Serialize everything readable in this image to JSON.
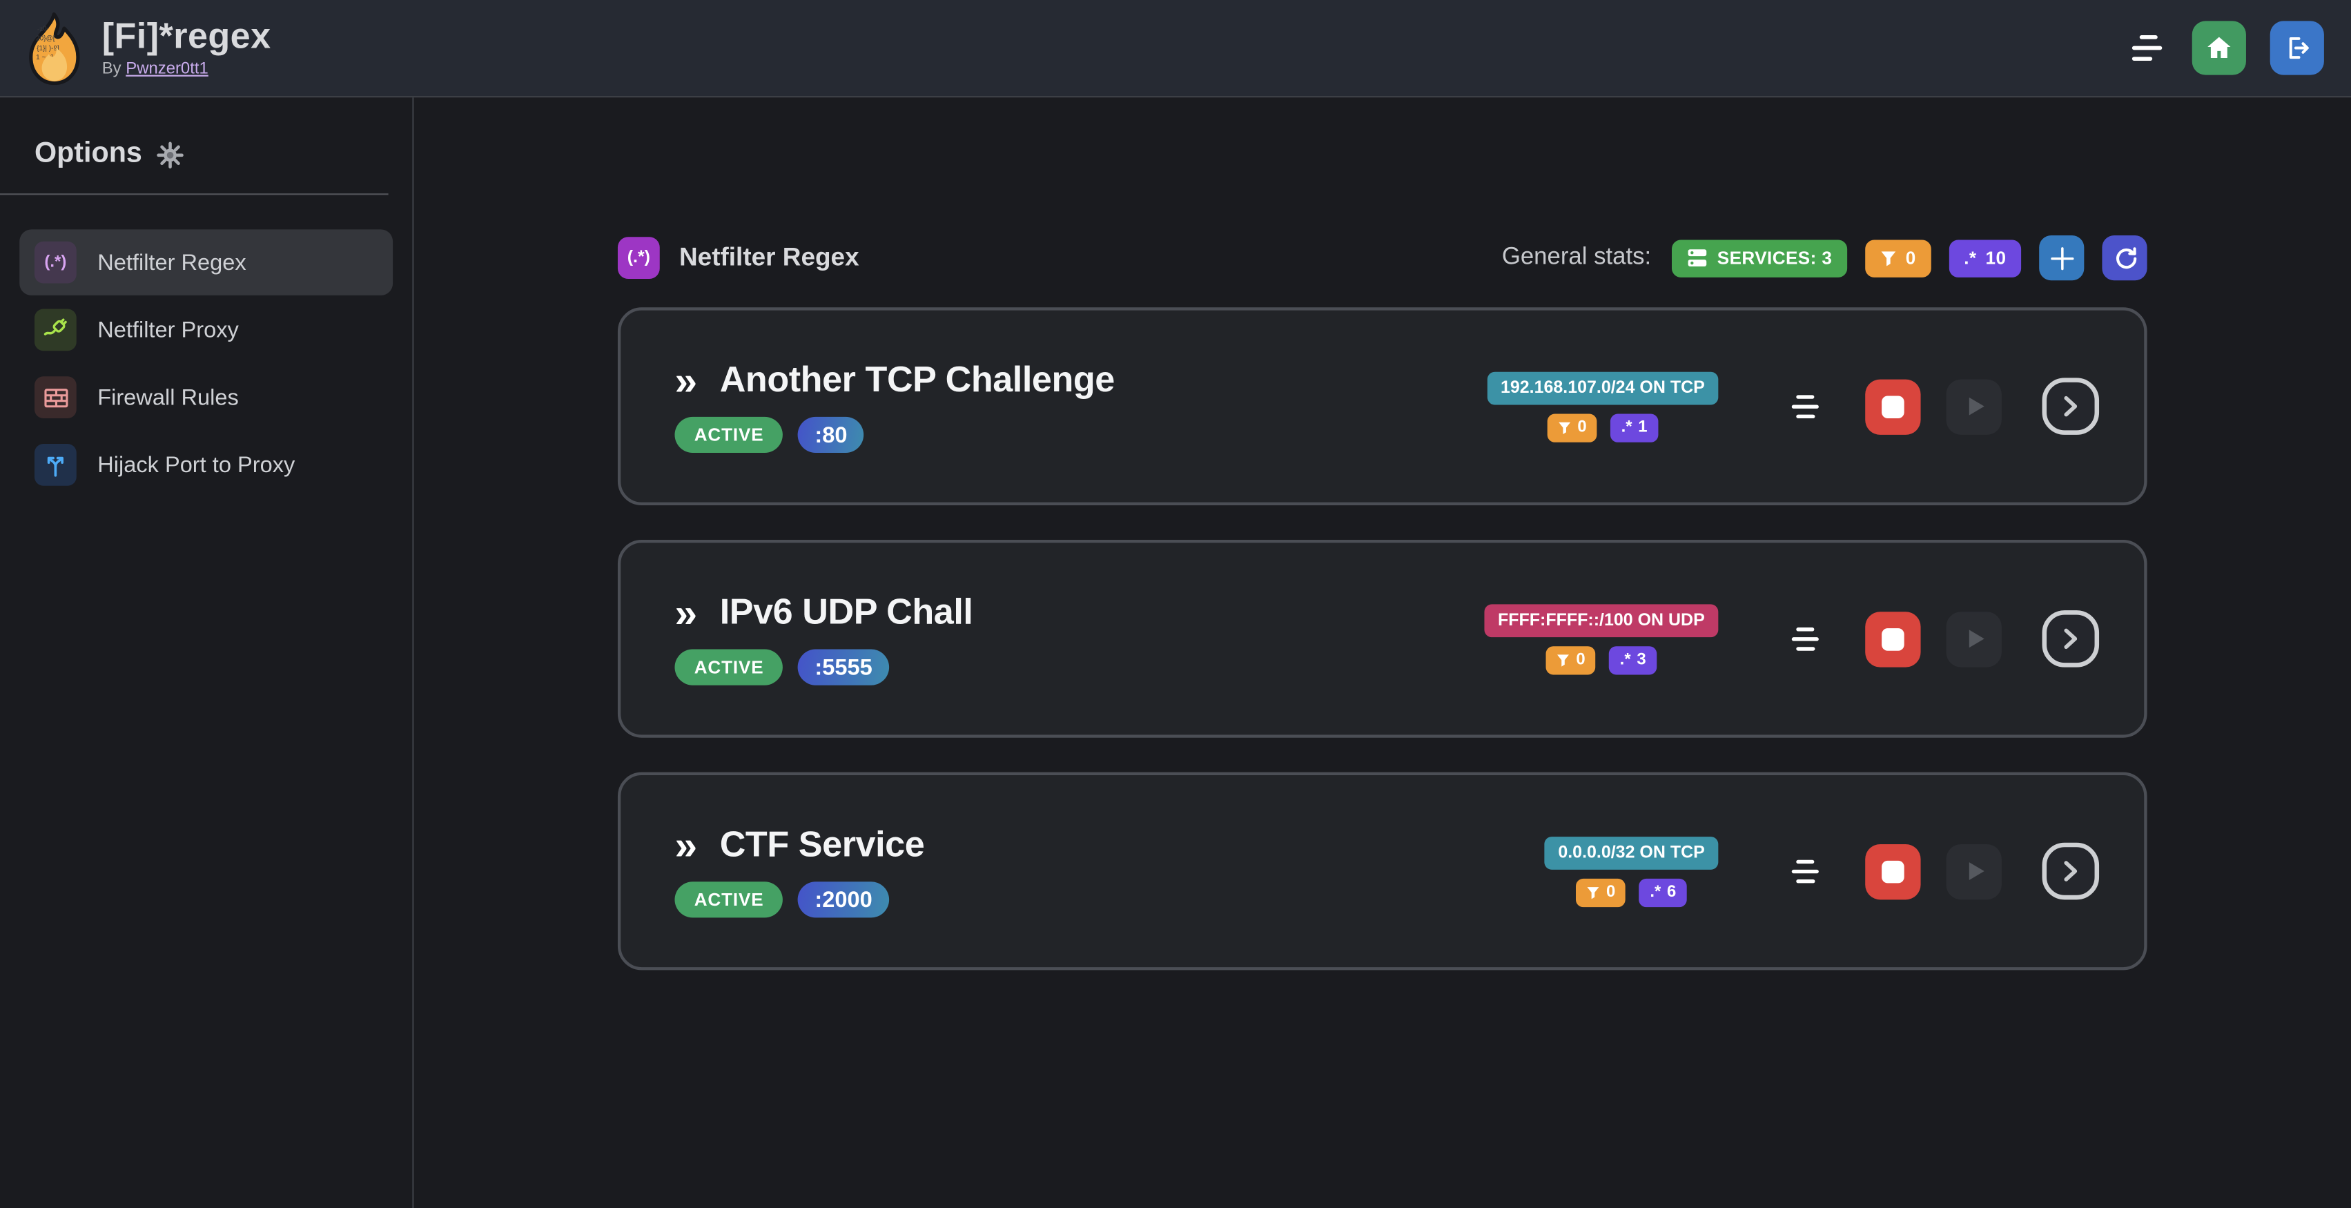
{
  "glyphs": {
    "double_chevron": "»",
    "regex_paren": "(.*)",
    "regex_dot_star": ".*"
  },
  "topbar": {
    "title": "[Fi]*regex",
    "byline_prefix": "By ",
    "author_link": "Pwnzer0tt1",
    "logo_texture": [
      "-z0-",
      "20}@[",
      "{1}| )-9]",
      "1   ~ z]"
    ]
  },
  "sidebar": {
    "title": "Options",
    "items": [
      {
        "label": "Netfilter Regex"
      },
      {
        "label": "Netfilter Proxy"
      },
      {
        "label": "Firewall Rules"
      },
      {
        "label": "Hijack Port to Proxy"
      }
    ]
  },
  "header": {
    "title": "Netfilter Regex",
    "stats_label": "General stats:",
    "services_badge": "SERVICES: 3",
    "filters_count": "0",
    "regex_count": "10"
  },
  "services": [
    {
      "name": "Another TCP Challenge",
      "status": "ACTIVE",
      "port": ":80",
      "network": "192.168.107.0/24 ON TCP",
      "network_color": "#3c92a6",
      "filters_count": "0",
      "regex_count": "1"
    },
    {
      "name": "IPv6 UDP Chall",
      "status": "ACTIVE",
      "port": ":5555",
      "network": "FFFF:FFFF::/100 ON UDP",
      "network_color": "#bf3a66",
      "filters_count": "0",
      "regex_count": "3"
    },
    {
      "name": "CTF Service",
      "status": "ACTIVE",
      "port": ":2000",
      "network": "0.0.0.0/32 ON TCP",
      "network_color": "#3c92a6",
      "filters_count": "0",
      "regex_count": "6"
    }
  ],
  "colors": {
    "active_green": "#45a164",
    "services_green": "#46a44f",
    "badge_orange": "#ec9b38",
    "badge_purple": "#6d48df",
    "stop_red": "#d9453d",
    "home_green": "#429a61",
    "logout_blue": "#3b76c8",
    "add_blue": "#3579bd",
    "refresh_indigo": "#4c53ca",
    "grape_purple": "#9d36c4"
  }
}
